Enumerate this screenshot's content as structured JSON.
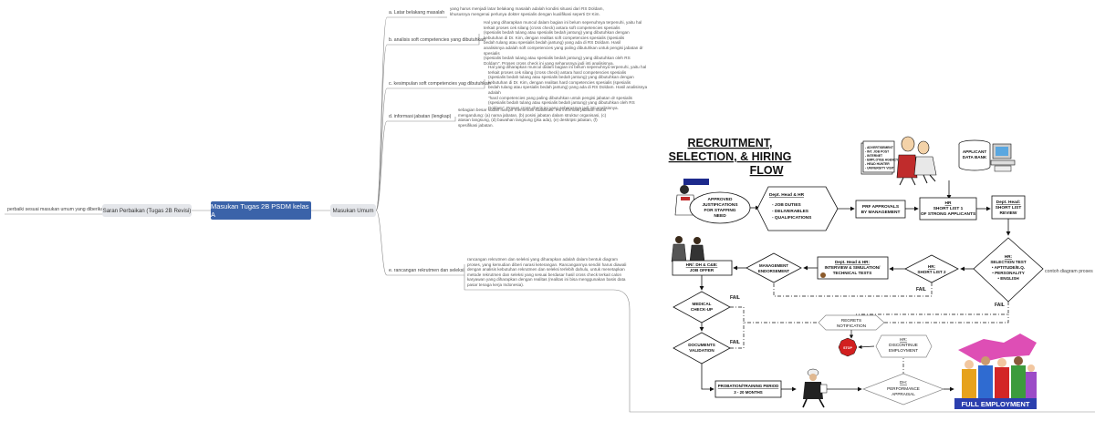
{
  "central": "Masukan Tugas 2B PSDM kelas A",
  "left_branch": {
    "node": "Saran Perbaikan (Tugas 2B Revisi)",
    "leaf": "perbaiki sesuai masukan umum yang diberikan"
  },
  "right_branch": {
    "node": "Masukan Umum",
    "items": [
      {
        "label": "a. Latar belakang masalah",
        "text": [
          "yang harus menjadi latar belakang masalah adalah kondisi situasi dari RS Doldam,",
          "khususnya mengenai perlunya dokter spesialis dengan kualifikasi seperti Dr Kim."
        ]
      },
      {
        "label": "b. analisis soft competencies yang dibutuhkan",
        "text": [
          "Hal yang diharapkan muncul dalam bagian ini belum sepenuhnya terpenuhi, yaitu hal",
          "terkait proses cek silang (cross check) antara soft competencies spesialis",
          "(spesialis bedah tulang atau spesialis bedah jantung) yang dibutuhkan dengan",
          "kebutuhan di Dr. Kim, dengan realitas soft competencies spesialis (spesialis",
          "bedah tulang atau spesialis bedah jantung) yang ada di RS Doldam. Hasil",
          "analisisnya adalah soft competencies yang paling dibutuhkan untuk pengisi jabatan dr spesialis",
          "(spesialis bedah tulang atau spesialis bedah jantung) yang dibutuhkan oleh RS",
          "Doldam\". Proses cross check ini yang seharusnya jadi inti analisisnya."
        ]
      },
      {
        "label": "c. kesimpulan soft competencies yag dibutuhkan",
        "text": [
          "Hal yang diharapkan muncul dalam bagian ini belum sepenuhnya terpenuhi, yaitu hal",
          "terkait proses cek silang (cross check) antara hard competencies spesialis",
          "(spesialis bedah tulang atau spesialis bedah jantung) yang dibutuhkan dengan",
          "kebutuhan di Dr. Kim, dengan realitas hard competencies spesialis (spesialis",
          "bedah tulang atau spesialis bedah jantung) yang ada di RS Doldam. Hasil analisisnya adalah",
          "\"hard competencies yang paling dibutuhkan untuk pengisi jabatan dr spesialis",
          "(spesialis bedah tulang atau spesialis bedah jantung) yang dibutuhkan oleh RS",
          "Doldam\". Proses cross check ini yang seharusnya jadi inti analisisnya."
        ]
      },
      {
        "label": "d. informasi jabatan (lengkap)",
        "text": [
          "sebagian besar sudah hampir memenuhi kualifikasi. Inti informasi jabatan harus",
          "mengandung: (a) nama jabatan, (b) posisi jabatan dalam struktur organisasi, (c)",
          "atasan langsung, (d) bawahan langsung (jika ada), (e) deskripsi jabatan, (f)",
          "spesifikasi jabatan."
        ]
      },
      {
        "label": "e. rancangan rekrutmen dan seleksi",
        "text": [
          "rancangan rekrutmen dan seleksi yang diharapkan adalah dalam bentuk diagram",
          "proses, yang kemudian diberi narasi keterangan. Rancangannya sendiri harus diawali",
          "dengan analisis kebutuhan rekrutmen dan seleksi terlebih dahulu, untuk menetapkan",
          "metode rekrutmen dan seleksi yang sesuai berdasar hasil cross check terkait  calon",
          "karyawan yang diharapkan dengan realitas (realitas ini bisa menggunakan basis data",
          "pasar tenaga kerja Indonesia)."
        ]
      }
    ]
  },
  "example_caption": "contoh diagram proses",
  "flowchart": {
    "title": [
      "RECRUITMENT,",
      "SELECTION, & HIRING",
      "FLOW"
    ],
    "approved": [
      "APPROVED",
      "JUSTIFICATIONS",
      "FOR STAFFING",
      "NEED"
    ],
    "dept_head_hr": "Dept. Head & HR",
    "job_items": [
      "- JOB DUTIES",
      "- DELIVERABLES",
      "- QUALIFICATIONS"
    ],
    "prf": [
      "PRF APPROVALS",
      "BY MANAGEMENT"
    ],
    "short1": [
      "HR",
      "SHORT LIST 1",
      "OF STRONG APPLICANTS"
    ],
    "dept_head_review": [
      "Dept. Head:",
      "SHORT LIST",
      "REVIEW"
    ],
    "ads": [
      "- ADVERTISEMENT",
      "- INT. JOB POST",
      "- INTERNET",
      "- EMPLOYEE AGENCY",
      "- HEAD HUNTER",
      "- UNIVERSITY VISIT"
    ],
    "databank": [
      "APPLICANT",
      "DATA BANK"
    ],
    "selection": [
      "HR:",
      "SELECTION TEST",
      "• APTITUDE/E.Q.",
      "• PERSONALITY",
      "• ENGLISH"
    ],
    "short2": [
      "HR:",
      "SHORT LIST 2"
    ],
    "interview": [
      "Dept. Head & HR:",
      "INTERVIEW & SIMULATION/",
      "TECHNICAL TESTS"
    ],
    "mgmt": [
      "MANAGEMENT",
      "ENDORSEMENT"
    ],
    "joboffer": [
      "HR/: DH & C&B:",
      "JOB OFFER"
    ],
    "medical": [
      "MEDICAL",
      "CHECK-UP"
    ],
    "documents": [
      "DOCUMENTS",
      "VALIDATION"
    ],
    "regrets": [
      "REGRETS",
      "NOTIFICATION"
    ],
    "stop": "STOP",
    "discontinue": [
      "HR:",
      "DISCONTINUE",
      "EMPLOYMENT"
    ],
    "probation": [
      "PROBATION/TRAINING PERIOD",
      "3 - 20 MONTHS"
    ],
    "appraisal": [
      "DH:",
      "PERFORMANCE",
      "APPRAISAL"
    ],
    "full": "FULL EMPLOYMENT",
    "fail": "FAIL",
    "colors": {
      "central": "#3b63a9",
      "stop": "#d21f1f",
      "full_bg": "#2b3fae",
      "line": "#8a8a8a"
    }
  }
}
